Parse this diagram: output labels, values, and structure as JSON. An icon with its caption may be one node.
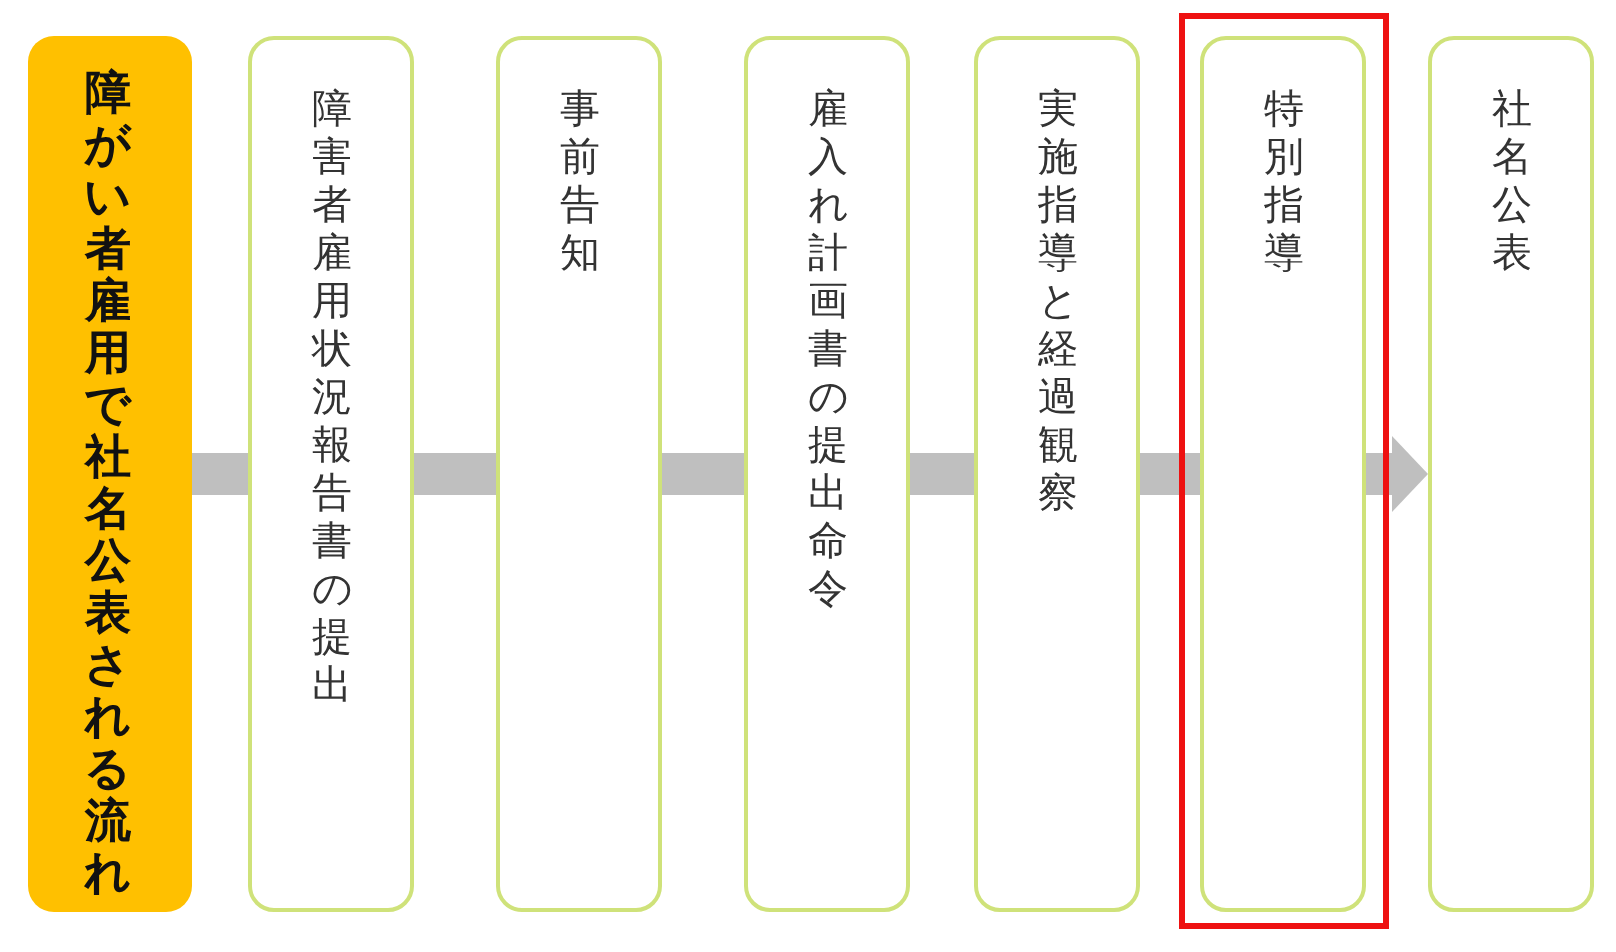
{
  "diagram": {
    "nodes": [
      {
        "text": [
          "障がい者雇用で社名公表される流れ"
        ]
      },
      {
        "text": [
          "障害者雇用状況報告書の提出"
        ]
      },
      {
        "text": [
          "事前告知"
        ]
      },
      {
        "text": [
          "雇入れ計画書の提出命令"
        ]
      },
      {
        "text": [
          "実施指導と経過観察"
        ]
      },
      {
        "text": [
          "特別指導"
        ]
      },
      {
        "text": [
          "社名公表"
        ]
      }
    ],
    "edges": [
      {
        "from": 0,
        "to": 1,
        "arrow": "none"
      },
      {
        "from": 1,
        "to": 2,
        "arrow": "none"
      },
      {
        "from": 2,
        "to": 3,
        "arrow": "none"
      },
      {
        "from": 3,
        "to": 4,
        "arrow": "none"
      },
      {
        "from": 4,
        "to": 5,
        "arrow": "none"
      },
      {
        "from": 5,
        "to": 6,
        "arrow": "to"
      }
    ]
  }
}
